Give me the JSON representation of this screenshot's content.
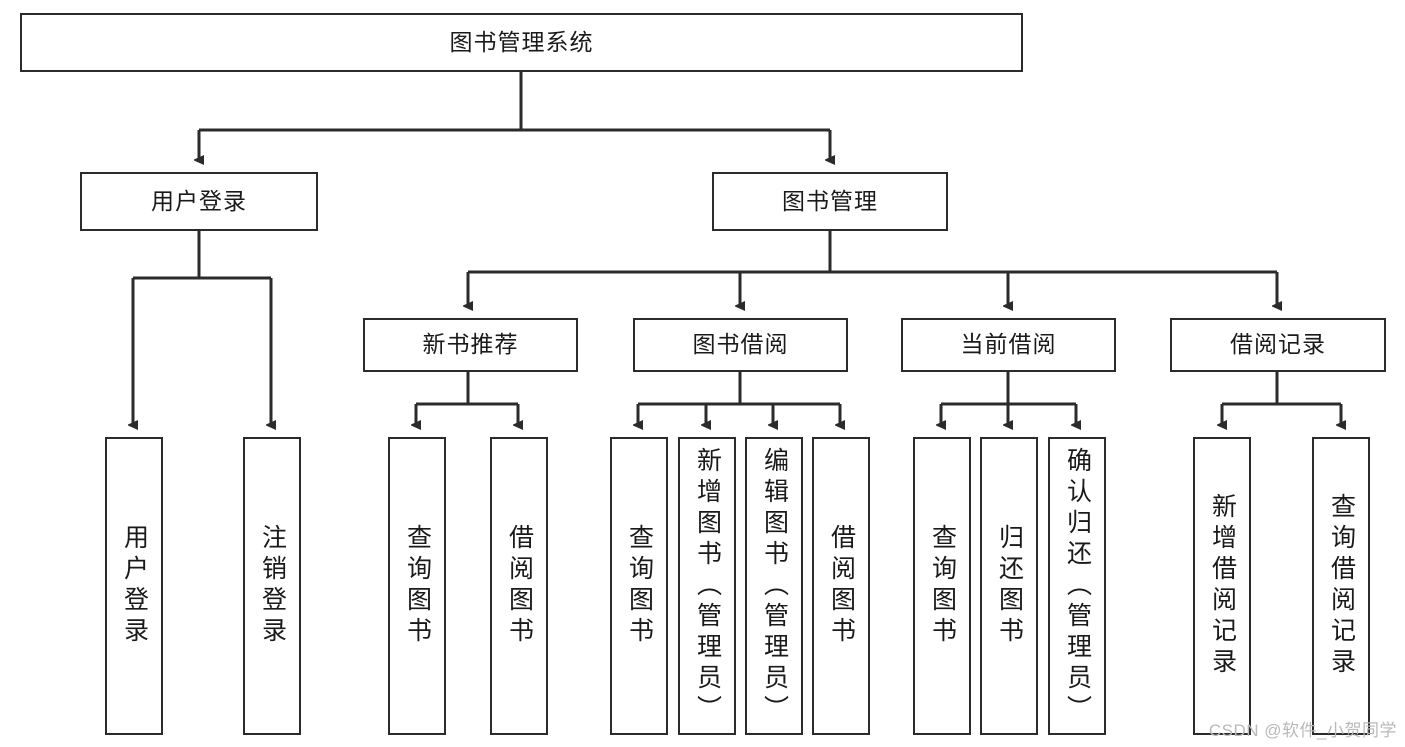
{
  "diagram": {
    "title": "图书管理系统",
    "watermark": "CSDN @软件_小贺同学",
    "line_color": "#2b2b2b",
    "box_fill": "#ffffff",
    "text_color": "#1a1a1a",
    "watermark_color": "#b9b9b9",
    "root": {
      "id": "root",
      "label": "图书管理系统"
    },
    "level2": [
      {
        "id": "user-login",
        "label": "用户登录"
      },
      {
        "id": "book-manage",
        "label": "图书管理"
      }
    ],
    "level3": [
      {
        "id": "new-book-recommend",
        "label": "新书推荐",
        "parent": "book-manage"
      },
      {
        "id": "book-borrow",
        "label": "图书借阅",
        "parent": "book-manage"
      },
      {
        "id": "current-borrow",
        "label": "当前借阅",
        "parent": "book-manage"
      },
      {
        "id": "borrow-record",
        "label": "借阅记录",
        "parent": "book-manage"
      }
    ],
    "leaves": [
      {
        "id": "leaf-user-login",
        "label": "用户登录",
        "parent": "user-login"
      },
      {
        "id": "leaf-logout-login",
        "label": "注销登录",
        "parent": "user-login"
      },
      {
        "id": "leaf-query-book-1",
        "label": "查询图书",
        "parent": "new-book-recommend"
      },
      {
        "id": "leaf-borrow-book-1",
        "label": "借阅图书",
        "parent": "new-book-recommend"
      },
      {
        "id": "leaf-query-book-2",
        "label": "查询图书",
        "parent": "book-borrow"
      },
      {
        "id": "leaf-add-book",
        "label": "新增图书（管理员）",
        "parent": "book-borrow"
      },
      {
        "id": "leaf-edit-book",
        "label": "编辑图书（管理员）",
        "parent": "book-borrow"
      },
      {
        "id": "leaf-borrow-book-2",
        "label": "借阅图书",
        "parent": "book-borrow"
      },
      {
        "id": "leaf-query-book-3",
        "label": "查询图书",
        "parent": "current-borrow"
      },
      {
        "id": "leaf-return-book",
        "label": "归还图书",
        "parent": "current-borrow"
      },
      {
        "id": "leaf-confirm-return",
        "label": "确认归还（管理员）",
        "parent": "current-borrow"
      },
      {
        "id": "leaf-add-record",
        "label": "新增借阅记录",
        "parent": "borrow-record"
      },
      {
        "id": "leaf-query-record",
        "label": "查询借阅记录",
        "parent": "borrow-record"
      }
    ]
  }
}
